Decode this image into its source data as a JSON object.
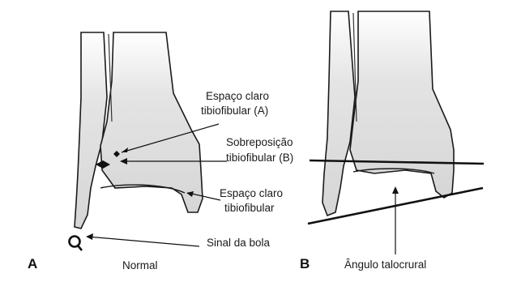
{
  "panel_a": {
    "letter": "A",
    "caption": "Normal",
    "labels": {
      "clear_space_a_line1": "Espaço claro",
      "clear_space_a_line2": "tibiofibular (A)",
      "overlap_b_line1": "Sobreposição",
      "overlap_b_line2": "tibiofibular (B)",
      "clear_space_line1": "Espaço claro",
      "clear_space_line2": "tibiofibular",
      "ball_sign": "Sinal da bola"
    }
  },
  "panel_b": {
    "letter": "B",
    "caption": "Ângulo talocrural"
  },
  "colors": {
    "bone_fill": "#d9d9d9",
    "bone_light": "#ececec",
    "ink": "#1a1a1a"
  }
}
